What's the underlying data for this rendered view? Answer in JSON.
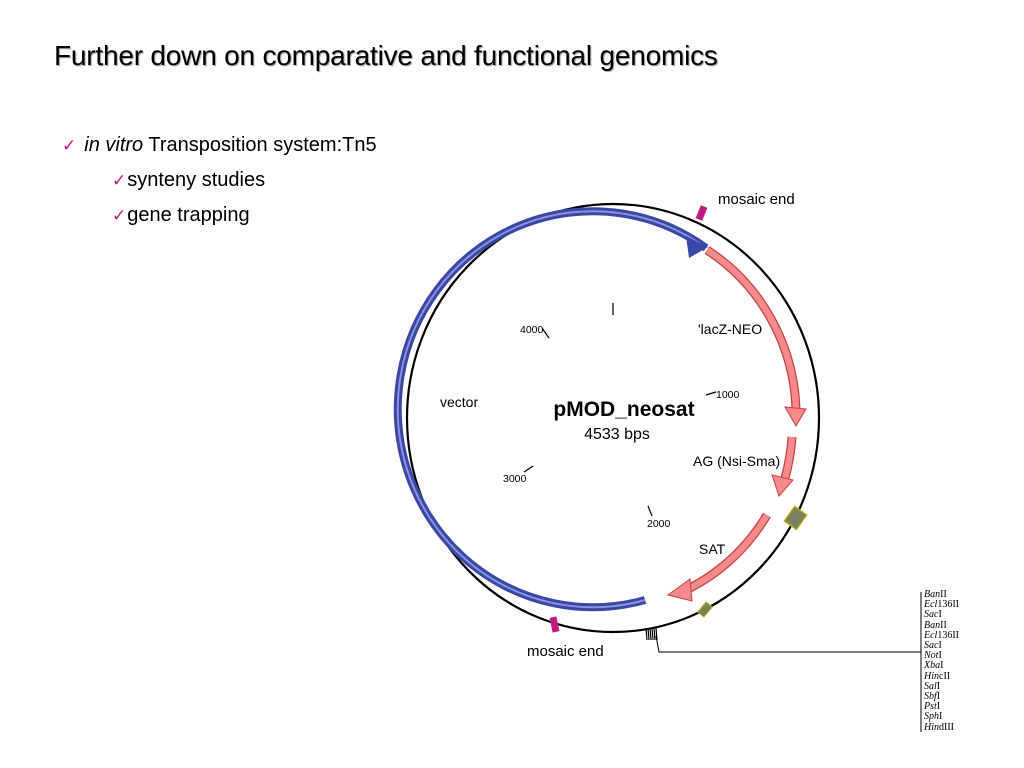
{
  "slide": {
    "title": "Further down on comparative and functional genomics"
  },
  "bullets": {
    "main": {
      "check": "✓",
      "italic": "in vitro",
      "rest": "Transposition system:Tn5"
    },
    "sub": [
      {
        "check": "✓",
        "text": "synteny studies"
      },
      {
        "check": "✓",
        "text": "gene trapping"
      }
    ]
  },
  "plasmid": {
    "name": "pMOD_neosat",
    "size": "4533 bps",
    "features": {
      "mosaic_end_top": "mosaic end",
      "mosaic_end_bottom": "mosaic end",
      "lacz_neo": "'lacZ-NEO",
      "ag": "AG (Nsi-Sma)",
      "sat": "SAT",
      "vector": "vector"
    },
    "ticks": {
      "t0": "I",
      "t1000": "1000",
      "t2000": "2000",
      "t3000": "3000",
      "t4000": "4000"
    },
    "colors": {
      "vector_arc": "#3a47a8",
      "insert_arrows": "#f06a6a",
      "mosaic_end_marker": "#c0197f",
      "site_box": "#7a8060",
      "checkmark": "#c0197f"
    }
  },
  "restriction_sites": [
    {
      "italic": "Ban",
      "roman": "II"
    },
    {
      "italic": "Ecl",
      "roman": "136II"
    },
    {
      "italic": "Sac",
      "roman": "I"
    },
    {
      "italic": "Ban",
      "roman": "II"
    },
    {
      "italic": "Ecl",
      "roman": "136II"
    },
    {
      "italic": "Sac",
      "roman": "I"
    },
    {
      "italic": "Not",
      "roman": "I"
    },
    {
      "italic": "Xba",
      "roman": "I"
    },
    {
      "italic": "Hin",
      "roman": "cII"
    },
    {
      "italic": "Sal",
      "roman": "I"
    },
    {
      "italic": "Sbf",
      "roman": "I"
    },
    {
      "italic": "Pst",
      "roman": "I"
    },
    {
      "italic": "Sph",
      "roman": "I"
    },
    {
      "italic": "Hin",
      "roman": "dIII"
    }
  ]
}
